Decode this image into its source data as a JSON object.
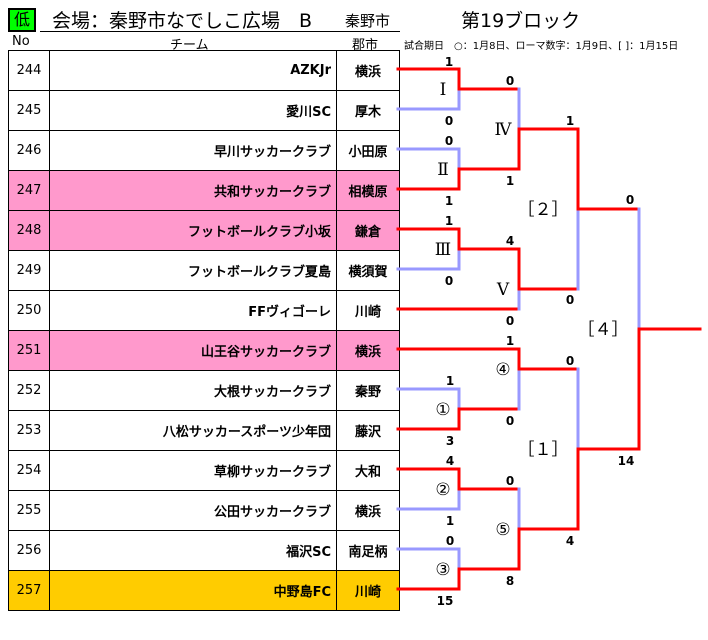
{
  "header": {
    "level": "低",
    "title": "会場：秦野市なでしこ広場　B",
    "city": "秦野市",
    "block": "第19ブロック",
    "col_no": "No",
    "col_team": "チーム",
    "col_city": "郡市",
    "note": "試合期日　○：1月8日、ローマ数字：1月9日、[ ]：1月15日"
  },
  "teams": [
    {
      "no": "244",
      "name": "AZKJr",
      "city": "横浜",
      "hl": ""
    },
    {
      "no": "245",
      "name": "愛川SC",
      "city": "厚木",
      "hl": ""
    },
    {
      "no": "246",
      "name": "早川サッカークラブ",
      "city": "小田原",
      "hl": ""
    },
    {
      "no": "247",
      "name": "共和サッカークラブ",
      "city": "相模原",
      "hl": "pink"
    },
    {
      "no": "248",
      "name": "フットボールクラブ小坂",
      "city": "鎌倉",
      "hl": "pink"
    },
    {
      "no": "249",
      "name": "フットボールクラブ夏島",
      "city": "横須賀",
      "hl": ""
    },
    {
      "no": "250",
      "name": "FFヴィゴーレ",
      "city": "川崎",
      "hl": ""
    },
    {
      "no": "251",
      "name": "山王谷サッカークラブ",
      "city": "横浜",
      "hl": "pink"
    },
    {
      "no": "252",
      "name": "大根サッカークラブ",
      "city": "秦野",
      "hl": ""
    },
    {
      "no": "253",
      "name": "八松サッカースポーツ少年団",
      "city": "藤沢",
      "hl": ""
    },
    {
      "no": "254",
      "name": "草柳サッカークラブ",
      "city": "大和",
      "hl": ""
    },
    {
      "no": "255",
      "name": "公田サッカークラブ",
      "city": "横浜",
      "hl": ""
    },
    {
      "no": "256",
      "name": "福沢SC",
      "city": "南足柄",
      "hl": ""
    },
    {
      "no": "257",
      "name": "中野島FC",
      "city": "川崎",
      "hl": "gold"
    }
  ],
  "matches": {
    "labels": [
      "Ⅰ",
      "Ⅳ",
      "Ⅱ",
      "［２］",
      "Ⅲ",
      "Ⅴ",
      "［４］",
      "④",
      "①",
      "［１］",
      "②",
      "⑤",
      "③"
    ],
    "scores": [
      "1",
      "0",
      "0",
      "1",
      "0",
      "1",
      "1",
      "0",
      "1",
      "0",
      "4",
      "0",
      "0",
      "14",
      "1",
      "0",
      "1",
      "3",
      "0",
      "4",
      "4",
      "1",
      "0",
      "8",
      "0",
      "15"
    ]
  },
  "colors": {
    "win": "#ff0000",
    "lose": "#9999ff",
    "pink": "#ff99cc",
    "gold": "#ffcc00",
    "badge": "#00ff00"
  }
}
